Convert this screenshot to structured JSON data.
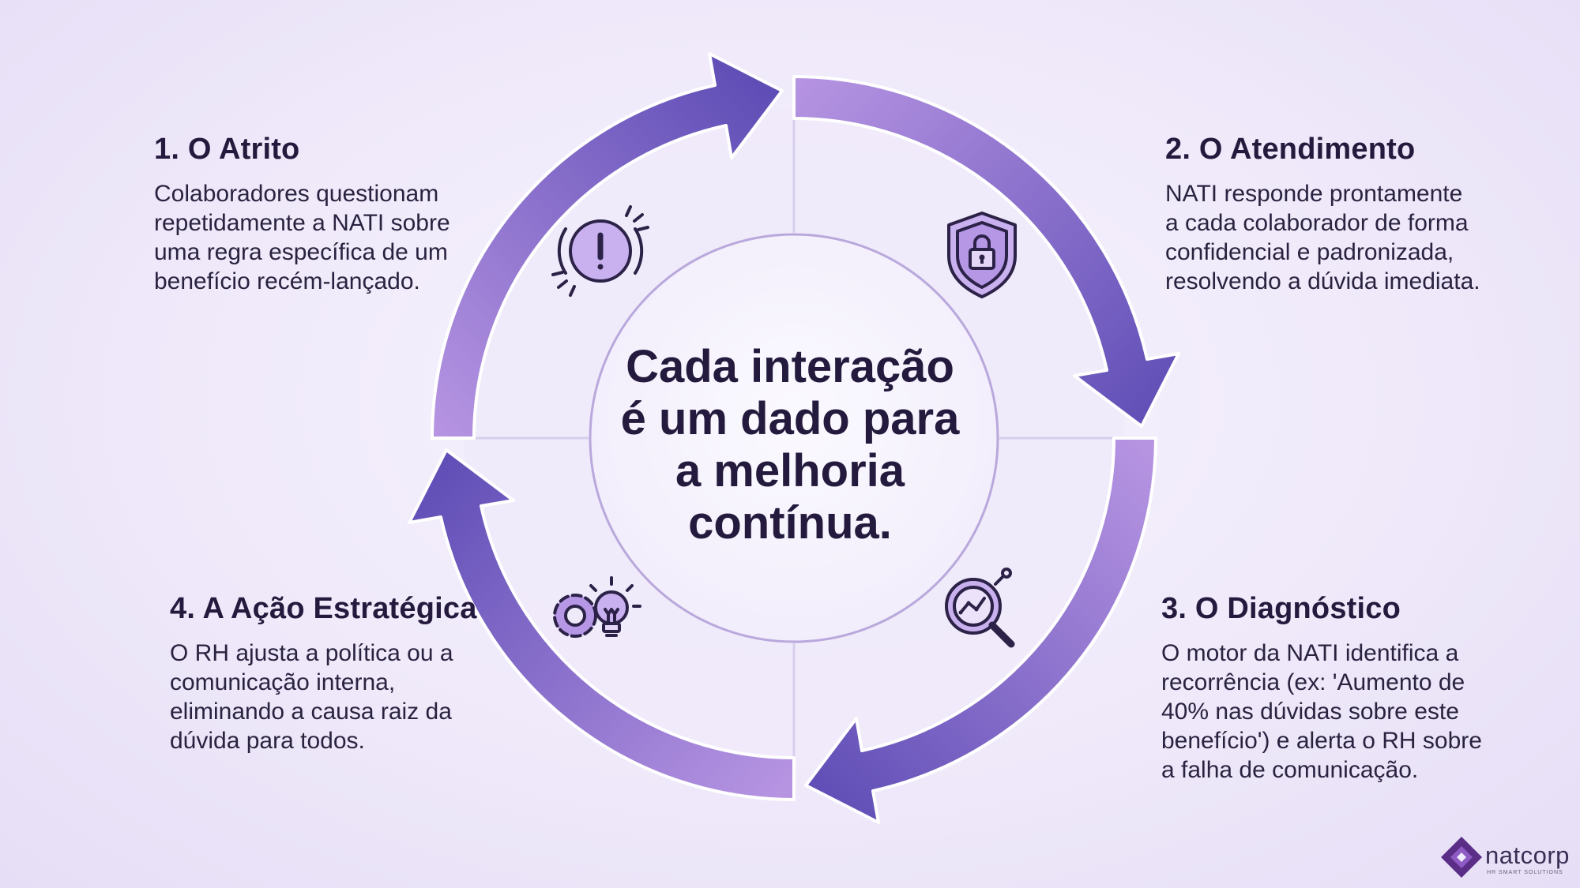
{
  "center": {
    "lines": [
      "Cada interação",
      "é um dado para",
      "a melhoria",
      "contínua."
    ]
  },
  "steps": [
    {
      "title": "1. O Atrito",
      "lines": [
        "Colaboradores questionam",
        "repetidamente a NATI sobre",
        "uma regra específica de um",
        "benefício recém-lançado."
      ],
      "icon": "alert-icon"
    },
    {
      "title": "2. O Atendimento",
      "lines": [
        "NATI responde prontamente",
        "a cada colaborador de forma",
        "confidencial e padronizada,",
        "resolvendo a dúvida imediata."
      ],
      "icon": "shield-lock-icon"
    },
    {
      "title": "3. O Diagnóstico",
      "lines": [
        "O motor da NATI identifica a",
        "recorrência (ex: 'Aumento de",
        "40% nas dúvidas sobre este",
        "benefício') e alerta o RH sobre",
        "a falha de comunicação."
      ],
      "icon": "magnifier-chart-icon"
    },
    {
      "title": "4. A Ação Estratégica",
      "lines": [
        "O RH ajusta a política ou a",
        "comunicação interna,",
        "eliminando a causa raiz da",
        "dúvida para todos."
      ],
      "icon": "gear-lightbulb-icon"
    }
  ],
  "brand": {
    "name": "natcorp",
    "tagline": "HR SMART SOLUTIONS"
  },
  "colors": {
    "arrow_dark": "#5f4fb8",
    "arrow_light": "#b18fe0",
    "icon_stroke": "#2c2248",
    "icon_fill": "#c9b0ee",
    "text": "#241a3d"
  }
}
